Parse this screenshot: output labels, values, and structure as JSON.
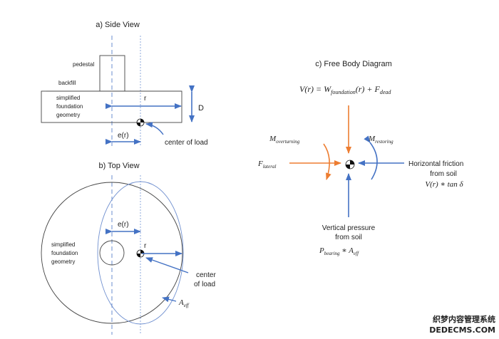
{
  "colors": {
    "blue": "#4472c4",
    "orange": "#ed7d31",
    "line": "#444444",
    "text": "#222222"
  },
  "side_view": {
    "title": "a) Side View",
    "pedestal": "pedestal",
    "backfill": "backfill",
    "geometry_lines": [
      "simplified",
      "foundation",
      "geometry"
    ],
    "r": "r",
    "d": "D",
    "er": "e(r)",
    "center_of_load": "center of load"
  },
  "top_view": {
    "title": "b) Top View",
    "er": "e(r)",
    "r": "r",
    "geometry_lines": [
      "simplified",
      "foundation",
      "geometry"
    ],
    "center_lines": [
      "center",
      "of load"
    ],
    "a_eff": {
      "base": "A",
      "sub": "eff"
    }
  },
  "free_body": {
    "title": "c) Free Body Diagram",
    "equation": {
      "lhs": "V(r) = W",
      "sub1": "foundation",
      "mid": "(r) + F",
      "sub2": "dead"
    },
    "m_overturning": {
      "base": "M",
      "sub": "overturning"
    },
    "m_restoring": {
      "base": "M",
      "sub": "restoring"
    },
    "f_lateral": {
      "base": "F",
      "sub": "lateral"
    },
    "friction_lines": [
      "Horizontal friction",
      "from soil"
    ],
    "friction_eq": "V(r) ∗ tan δ",
    "pressure_lines": [
      "Vertical pressure",
      "from soil"
    ],
    "pressure_eq": {
      "base1": "P",
      "sub1": "bearing",
      "mid": " ∗ A",
      "sub2": "eff"
    }
  },
  "watermark": {
    "line1": "织梦内容管理系统",
    "line2": "DEDECMS.COM"
  }
}
